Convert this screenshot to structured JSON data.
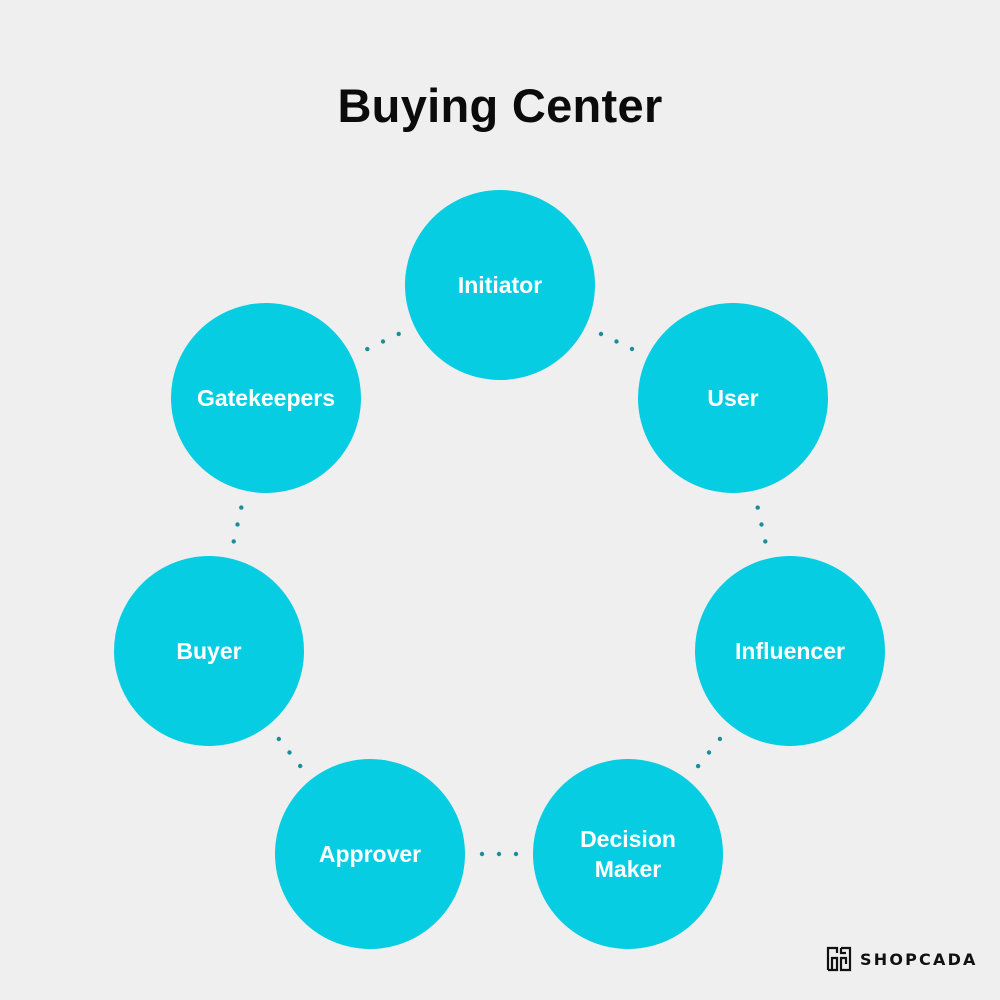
{
  "title": "Buying Center",
  "colors": {
    "background": "#efefef",
    "node_fill": "#06cde2",
    "node_text": "#ffffff",
    "dot": "#1a8f99",
    "title": "#0b0b0b"
  },
  "nodes": [
    {
      "label": "Initiator"
    },
    {
      "label": "User"
    },
    {
      "label": "Influencer"
    },
    {
      "label": "Decision\nMaker"
    },
    {
      "label": "Approver"
    },
    {
      "label": "Buyer"
    },
    {
      "label": "Gatekeepers"
    }
  ],
  "brand": {
    "name": "SHOPCADA",
    "icon": "shopcada-logo-icon"
  }
}
